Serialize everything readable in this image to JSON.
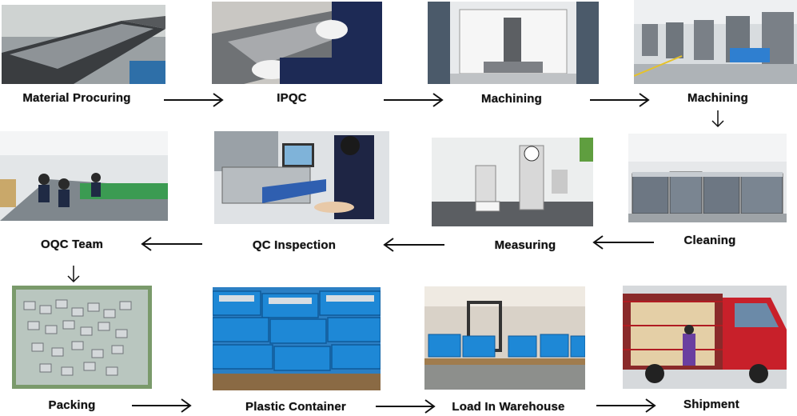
{
  "steps": [
    {
      "label": "Material Procuring",
      "photo_icon": "metal-sheet-photo"
    },
    {
      "label": "IPQC",
      "photo_icon": "inspection-gloves-photo"
    },
    {
      "label": "Machining",
      "photo_icon": "cnc-machine-photo"
    },
    {
      "label": "Machining",
      "photo_icon": "machine-workshop-photo"
    },
    {
      "label": "Cleaning",
      "photo_icon": "cleaning-tanks-photo"
    },
    {
      "label": "Measuring",
      "photo_icon": "hardness-tester-photo"
    },
    {
      "label": "QC Inspection",
      "photo_icon": "qc-workstation-photo"
    },
    {
      "label": "OQC Team",
      "photo_icon": "oqc-team-photo"
    },
    {
      "label": "Packing",
      "photo_icon": "packed-parts-photo"
    },
    {
      "label": "Plastic Container",
      "photo_icon": "blue-crates-photo"
    },
    {
      "label": "Load In Warehouse",
      "photo_icon": "warehouse-photo"
    },
    {
      "label": "Shipment",
      "photo_icon": "truck-photo"
    }
  ],
  "colors": {
    "arrow": "#111111",
    "label": "#111111",
    "crate_blue": "#1e88d6",
    "truck_red": "#c8202a"
  }
}
